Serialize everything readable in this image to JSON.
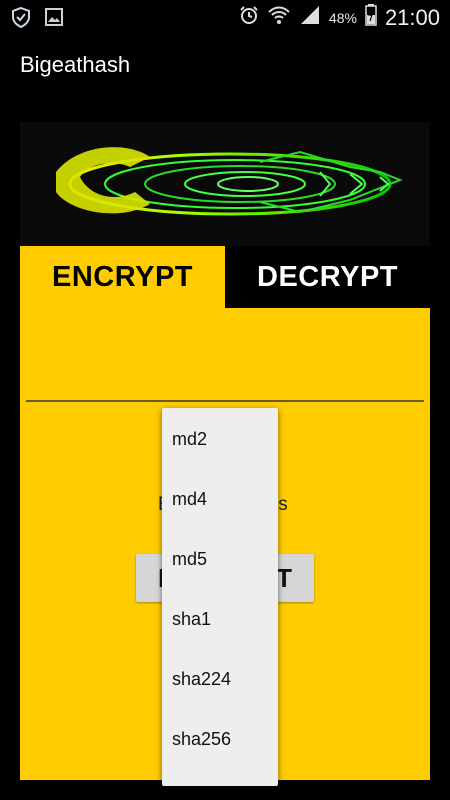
{
  "status_bar": {
    "battery_percent": "48%",
    "time": "21:00",
    "left_icons": [
      "shield-icon",
      "image-icon"
    ],
    "right_icons": [
      "alarm-icon",
      "wifi-icon",
      "signal-icon",
      "battery-icon"
    ]
  },
  "app": {
    "title": "Bigeathash"
  },
  "tabs": [
    {
      "label": "ENCRYPT",
      "active": true
    },
    {
      "label": "DECRYPT",
      "active": false
    }
  ],
  "colors": {
    "accent": "#ffcc00",
    "background": "#000000",
    "dropdown_bg": "#eeeeee",
    "banner_glow": "#33ff33"
  },
  "dropdown": {
    "options": [
      "md2",
      "md4",
      "md5",
      "sha1",
      "sha224",
      "sha256"
    ]
  },
  "behind_dropdown": {
    "label_left": "E",
    "label_right": "ls",
    "button_left": "E",
    "button_right": "T"
  }
}
